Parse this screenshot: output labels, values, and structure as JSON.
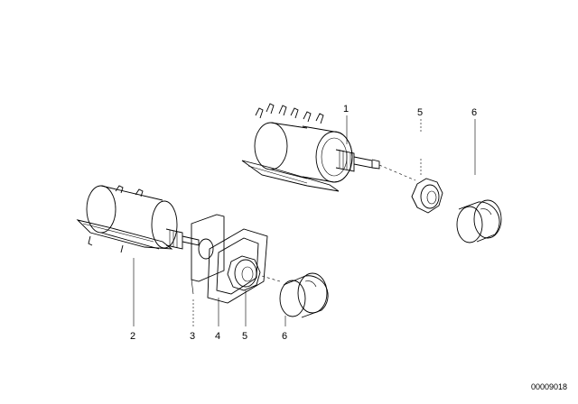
{
  "callouts": {
    "c1_top": "1",
    "c5_top": "5",
    "c6_top": "6",
    "c2": "2",
    "c3": "3",
    "c4": "4",
    "c5_bottom": "5",
    "c6_bottom": "6"
  },
  "part_number": "00009018",
  "colors": {
    "ink": "#000000",
    "paper": "#ffffff"
  }
}
